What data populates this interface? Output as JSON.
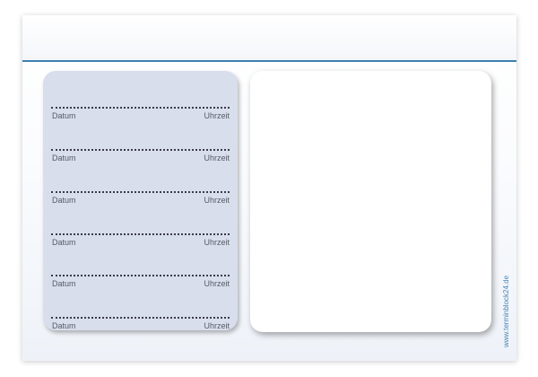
{
  "appointment_slots": [
    {
      "date_label": "Datum",
      "time_label": "Uhrzeit"
    },
    {
      "date_label": "Datum",
      "time_label": "Uhrzeit"
    },
    {
      "date_label": "Datum",
      "time_label": "Uhrzeit"
    },
    {
      "date_label": "Datum",
      "time_label": "Uhrzeit"
    },
    {
      "date_label": "Datum",
      "time_label": "Uhrzeit"
    },
    {
      "date_label": "Datum",
      "time_label": "Uhrzeit"
    }
  ],
  "footer": {
    "url": "www.terminblock24.de"
  },
  "colors": {
    "accent_rule": "#3d7fb1",
    "slot_panel": "#d9deec",
    "url_text": "#4a86b8"
  }
}
